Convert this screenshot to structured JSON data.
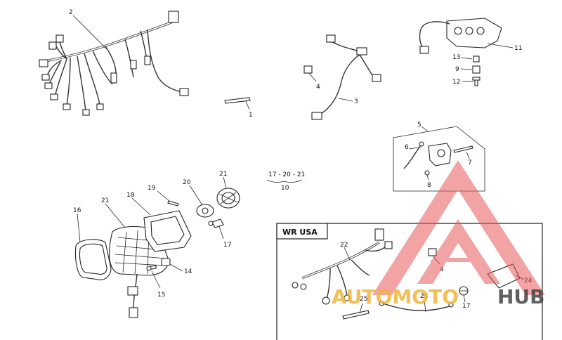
{
  "callouts": {
    "c1": "1",
    "c2": "2",
    "c3": "3",
    "c4a": "4",
    "c4b": "4",
    "c5": "5",
    "c6": "6",
    "c7": "7",
    "c8": "8",
    "c9": "9",
    "c10": "10",
    "c11": "11",
    "c12": "12",
    "c13": "13",
    "c14": "14",
    "c15": "15",
    "c16": "16",
    "c17a": "17",
    "c17b": "17",
    "c18": "18",
    "c19": "19",
    "c20": "20",
    "c21a": "21",
    "c21b": "21",
    "c22": "22",
    "c23": "23",
    "c24": "24",
    "c25": "25"
  },
  "group_note": "17 - 20 - 21",
  "inset": {
    "title": "WR USA"
  },
  "watermark": {
    "word_a": "AUTOMOTO",
    "word_b": "HUB"
  },
  "colors": {
    "watermark_red": "#e85a5a",
    "watermark_gold": "#f0b43c"
  }
}
